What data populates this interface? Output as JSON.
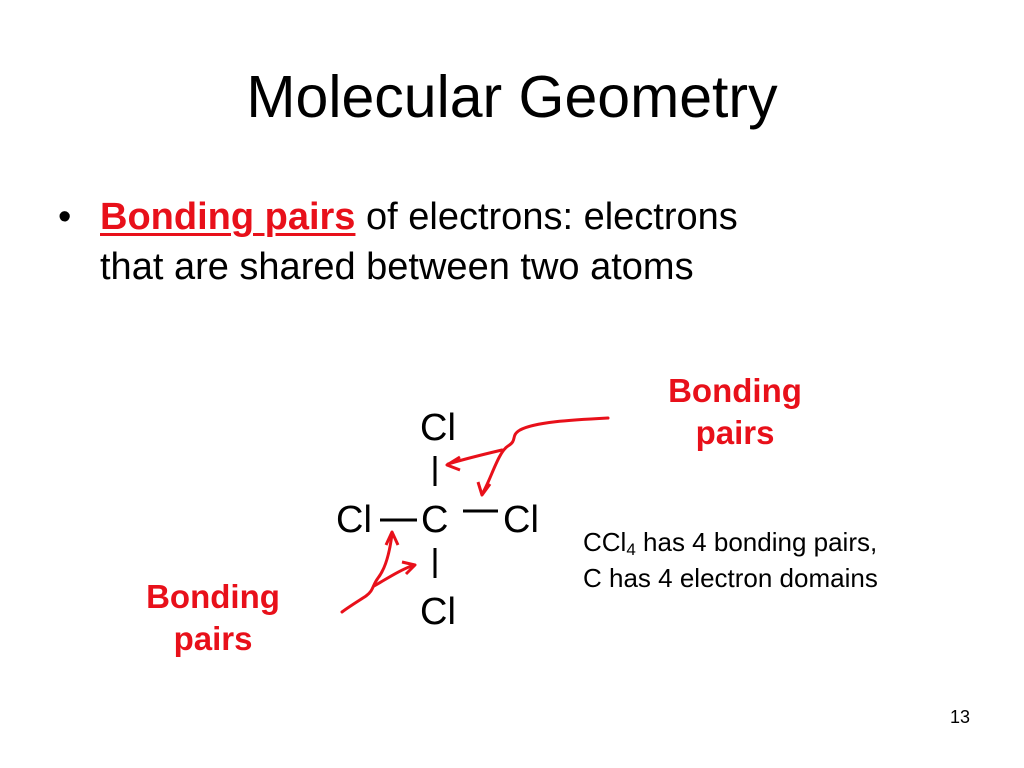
{
  "slide": {
    "title": "Molecular Geometry",
    "bullet": {
      "marker": "•",
      "term": "Bonding pairs",
      "text_line1": " of electrons:  electrons",
      "text_line2": "that are shared between two atoms"
    },
    "molecule": {
      "top": "Cl",
      "left": "Cl",
      "center": "C",
      "right": "Cl",
      "bottom": "Cl"
    },
    "callout_top": {
      "line1": "Bonding",
      "line2": "pairs"
    },
    "callout_bottom": {
      "line1": "Bonding",
      "line2": "pairs"
    },
    "note": {
      "formula_main": "CCl",
      "formula_sub": "4",
      "line1_rest": " has 4 bonding pairs,",
      "line2": "C has 4 electron domains"
    },
    "page_number": "13",
    "colors": {
      "accent": "#e8101a",
      "text": "#000000"
    }
  }
}
